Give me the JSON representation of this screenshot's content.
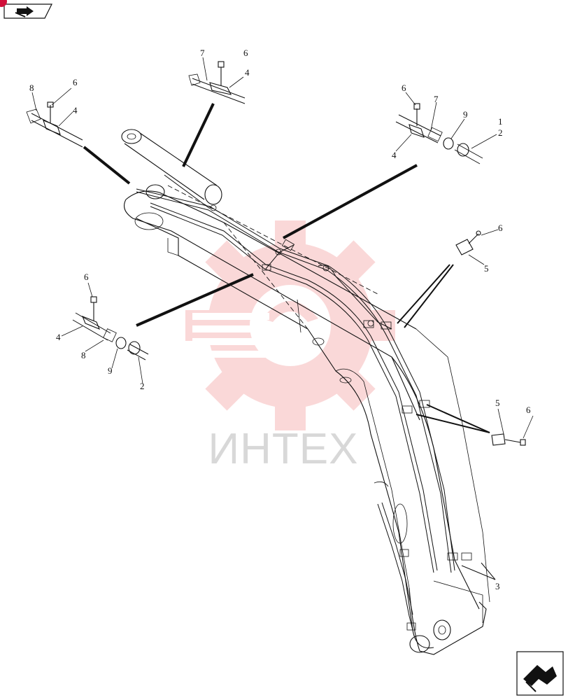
{
  "watermark": {
    "brand": "ИНТЕХ",
    "color": "#f6b9b9",
    "text_color": "#d8d8d8"
  },
  "nav": {
    "corner_badge_color": "#d0103a",
    "forward_icon": "forward-arrow-icon",
    "return_icon": "return-arrow-icon"
  },
  "callouts": {
    "detail_top": {
      "c7": "7",
      "c6": "6",
      "c4": "4"
    },
    "detail_left": {
      "c8": "8",
      "c6": "6",
      "c4": "4"
    },
    "detail_right": {
      "c6": "6",
      "c7": "7",
      "c9": "9",
      "c1": "1",
      "c2": "2",
      "c4": "4"
    },
    "detail_lower_left": {
      "c6": "6",
      "c4": "4",
      "c8": "8",
      "c9": "9",
      "c2": "2"
    },
    "detail_bracket_upper": {
      "c6": "6",
      "c5": "5"
    },
    "detail_bracket_lower": {
      "c5": "5",
      "c6": "6"
    },
    "pipes": {
      "c3": "3"
    }
  }
}
